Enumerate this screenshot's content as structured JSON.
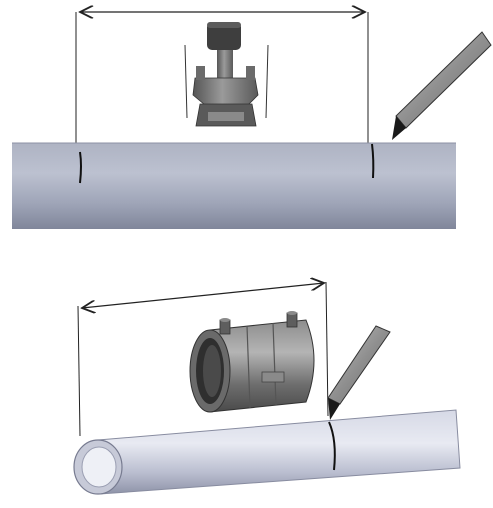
{
  "figure": {
    "panels": [
      {
        "id": "top",
        "elements": [
          "measurement-arrow",
          "tapping-saddle-fitting",
          "straight-pipe",
          "marker-pen"
        ]
      },
      {
        "id": "bottom",
        "elements": [
          "measurement-arrow",
          "electrofusion-coupler",
          "straight-pipe",
          "marker-pen"
        ]
      }
    ],
    "colors": {
      "pipe_light": "#b3b8c8",
      "pipe_mid": "#9aa0b5",
      "pipe_dark": "#7d8296",
      "fitting_dark": "#4a4a4a",
      "fitting_mid": "#7a7a7a",
      "fitting_light": "#b0b0b0",
      "pen_body": "#8a8a8a",
      "pen_tip": "#1a1a1a",
      "line": "#222222"
    }
  }
}
